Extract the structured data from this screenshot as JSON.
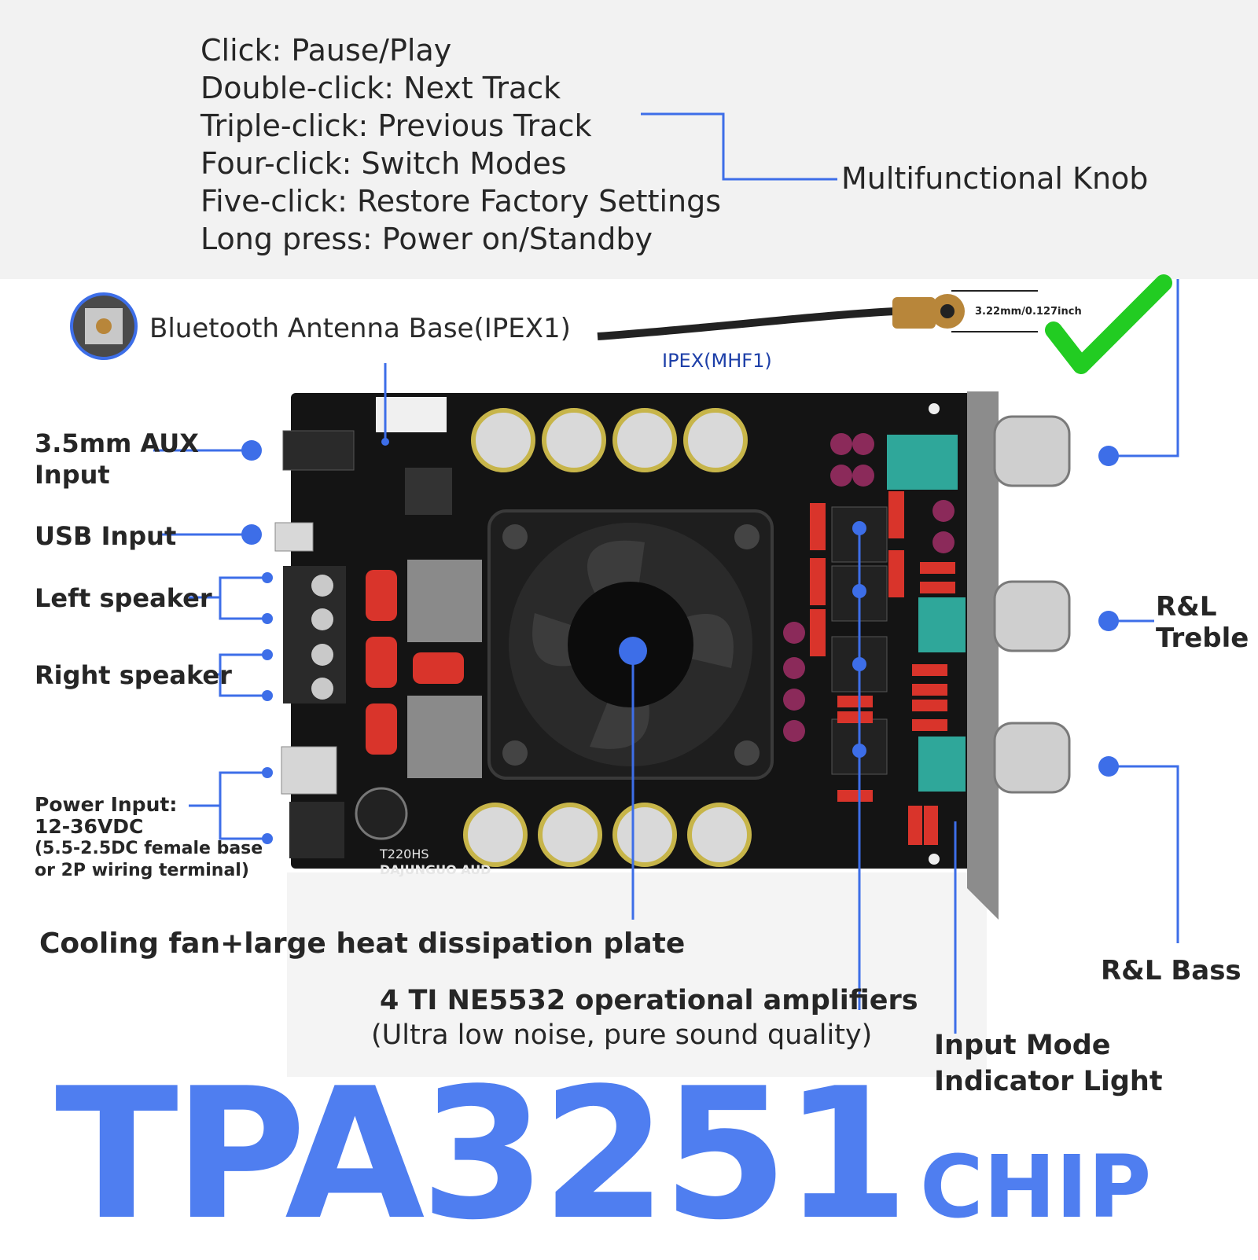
{
  "knob_modes": [
    "Click: Pause/Play",
    "Double-click: Next Track",
    "Triple-click: Previous Track",
    "Four-click: Switch Modes",
    "Five-click: Restore Factory Settings",
    "Long press: Power on/Standby"
  ],
  "labels": {
    "knob": "Multifunctional Knob",
    "antenna_base": "Bluetooth Antenna Base(IPEX1)",
    "antenna_size": "3.22mm/0.127inch",
    "antenna_connector": "IPEX(MHF1)",
    "aux_line1": "3.5mm AUX",
    "aux_line2": "Input",
    "usb": "USB Input",
    "left_speaker": "Left speaker",
    "right_speaker": "Right speaker",
    "power_line1": "Power Input:",
    "power_line2": "12-36VDC",
    "power_line3": "(5.5-2.5DC female base",
    "power_line4": "or 2P wiring terminal)",
    "treble_line1": "R&L",
    "treble_line2": "Treble",
    "bass": "R&L Bass",
    "cooling": "Cooling fan+large heat dissipation plate",
    "opamp_line1": "4 TI NE5532 operational amplifiers",
    "opamp_line2": "(Ultra low noise, pure sound quality)",
    "indicator_line1": "Input Mode",
    "indicator_line2": "Indicator Light"
  },
  "board_text": {
    "model": "T220HS",
    "brand": "DAJUNGUO AUD"
  },
  "headline": {
    "chip_name": "TPA3251",
    "suffix": "CHIP"
  },
  "colors": {
    "accent": "#3d6ee8",
    "headline": "#4f7ef0",
    "check": "#22cc22",
    "board": "#141414"
  }
}
